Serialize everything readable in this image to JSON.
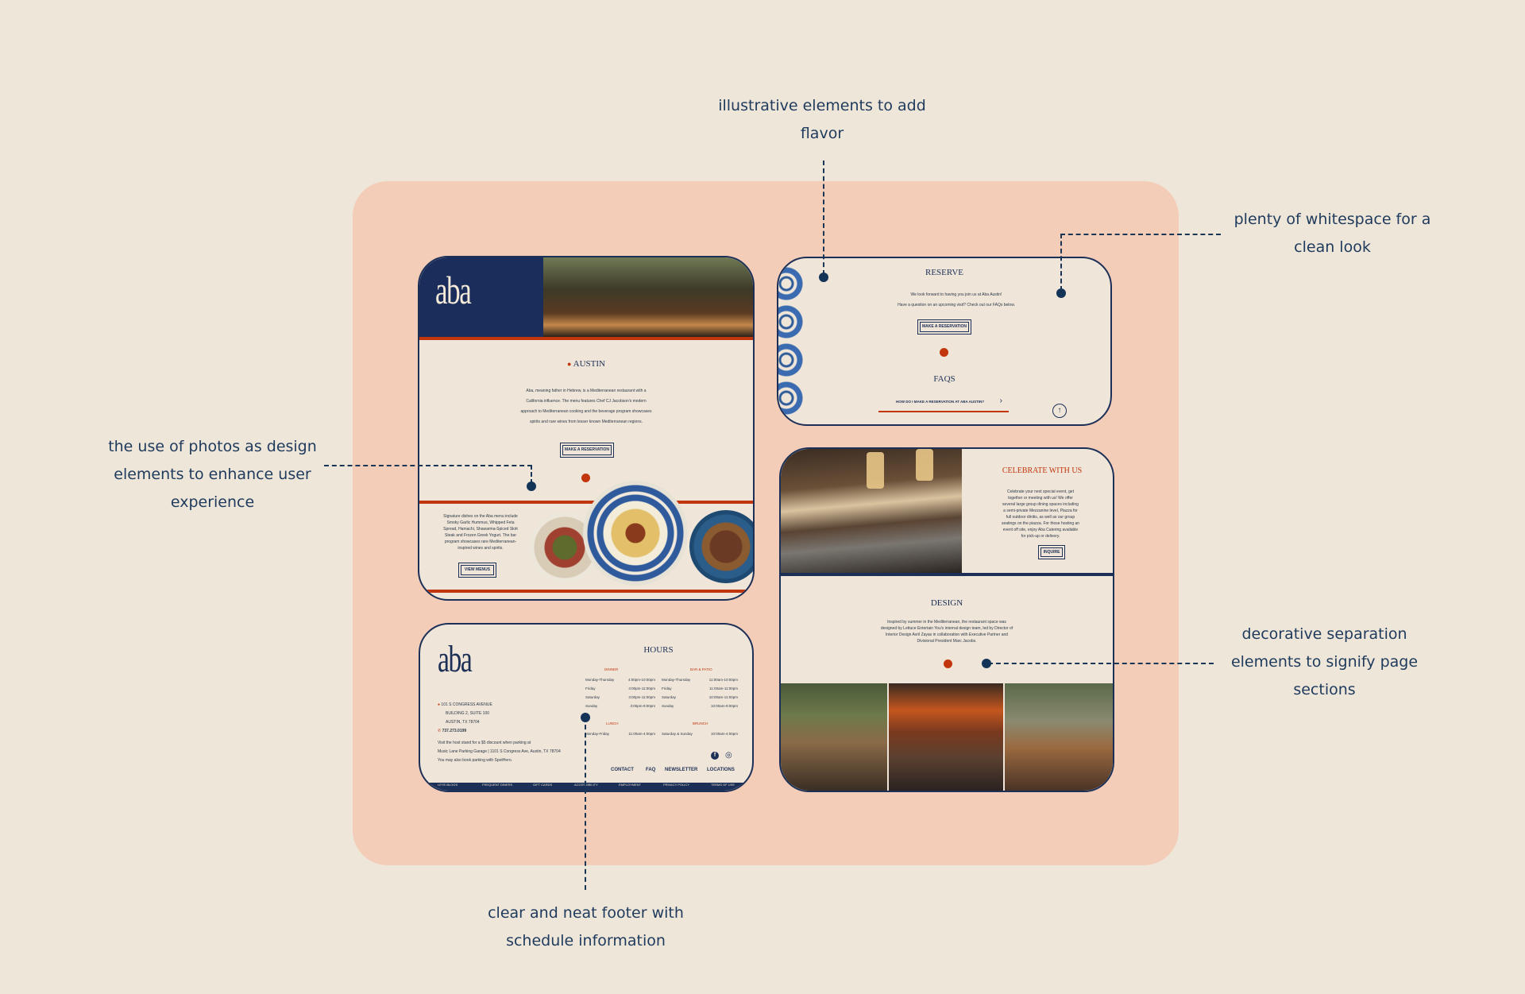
{
  "annotations": {
    "illustrative_line1": "illustrative elements to add",
    "illustrative_line2": "flavor",
    "whitespace_line1": "plenty of whitespace for a",
    "whitespace_line2": "clean look",
    "photos_line1": "the use of photos as design",
    "photos_line2": "elements to enhance user",
    "photos_line3": "experience",
    "separation_line1": "decorative separation",
    "separation_line2": "elements to signify page",
    "separation_line3": "sections",
    "footer_line1": "clear and neat footer with",
    "footer_line2": "schedule information"
  },
  "home": {
    "logo": "aba",
    "location": "AUSTIN",
    "intro_lines": [
      "Aba, meaning father in Hebrew, is a Mediterranean restaurant with a",
      "California influence. The menu features Chef CJ Jacobson's modern",
      "approach to Mediterranean cooking and the beverage program showcases",
      "spirits and rare wines from lesser known Mediterranean regions."
    ],
    "reserve_button": "MAKE A RESERVATION",
    "signature_lines": [
      "Signature dishes on the Aba menu include",
      "Smoky Garlic Hummus, Whipped Feta",
      "Spread, Hamachi, Shawarma-Spiced Skirt",
      "Steak and Frozen Greek Yogurt. The bar",
      "program showcases rare Mediterranean-",
      "inspired wines and spirits."
    ],
    "menus_button": "VIEW MENUS"
  },
  "reserve": {
    "title": "RESERVE",
    "line1": "We look forward to having you join us at Aba Austin!",
    "line2": "Have a question on an upcoming visit? Check out our FAQs below.",
    "button": "MAKE A RESERVATION",
    "faq_title": "FAQS",
    "faq_question": "HOW DO I MAKE A RESERVATION AT ABA AUSTIN?",
    "faq_arrow": "›",
    "top_arrow": "↑"
  },
  "celebrate": {
    "title": "CELEBRATE WITH US",
    "lines": [
      "Celebrate your next special event, get",
      "together or meeting with us! We offer",
      "several large group dining spaces including",
      "a semi-private Mezzanine level, Piazza for",
      "full outdoor dinitis, as well as our group",
      "seatings on the piazza. For those hosting an",
      "event off site, enjoy Aba Catering available",
      "for pick-up or delivery."
    ],
    "button": "INQUIRE",
    "design_title": "DESIGN",
    "design_lines": [
      "Inspired by summer in the Mediterranean, the restaurant space was",
      "designed by Lettuce Entertain You's internal design team, led by Director of",
      "Interior Design Avril Zayas in collaboration with Executive Partner and",
      "Divisional President Marc Jacobs."
    ]
  },
  "footer": {
    "logo": "aba",
    "hours_title": "HOURS",
    "dinner_label": "DINNER",
    "bar_label": "BAR & PATIO",
    "dinner_rows": [
      [
        "Monday-Thursday",
        "4:00pm-10:00pm"
      ],
      [
        "Friday",
        "4:00pm-11:00pm"
      ],
      [
        "Saturday",
        "3:00pm-11:00pm"
      ],
      [
        "Sunday",
        "3:00pm-9:00pm"
      ]
    ],
    "bar_rows": [
      [
        "Monday-Thursday",
        "11:00am-10:00pm"
      ],
      [
        "Friday",
        "11:00am-11:00pm"
      ],
      [
        "Saturday",
        "10:00am-11:00pm"
      ],
      [
        "Sunday",
        "10:00am-9:00pm"
      ]
    ],
    "lunch_label": "LUNCH",
    "brunch_label": "BRUNCH",
    "lunch_row": [
      "Monday-Friday",
      "11:00am-4:00pm"
    ],
    "brunch_row": [
      "Saturday & Sunday",
      "10:00am-4:00pm"
    ],
    "address1": "101 S CONGRESS AVENUE",
    "address2": "BUILDING 2, SUITE 100",
    "address3": "AUSTIN, TX 78704",
    "phone": "737.273.0199",
    "parking1": "Visit the host stand for a $5 discount when parking at",
    "parking2": "Music Lane Parking Garage | 1101 S Congress Ave, Austin, TX 78704",
    "parking3": "You may also book parking with SpotHero.",
    "links": [
      "CONTACT",
      "FAQ",
      "NEWSLETTER",
      "LOCATIONS"
    ],
    "bottom_nav": [
      "LEYE.BLOGS",
      "FREQUENT DINERS",
      "GIFT CARDS",
      "ACCESSIBILITY",
      "EMPLOYMENT",
      "PRIVACY POLICY",
      "TERMS OF USE"
    ],
    "facebook": "f",
    "instagram": "◎"
  },
  "colors": {
    "navy": "#1c2f57",
    "red": "#c2360e",
    "cream": "#efe5d8",
    "panel": "#f4cdb8"
  }
}
